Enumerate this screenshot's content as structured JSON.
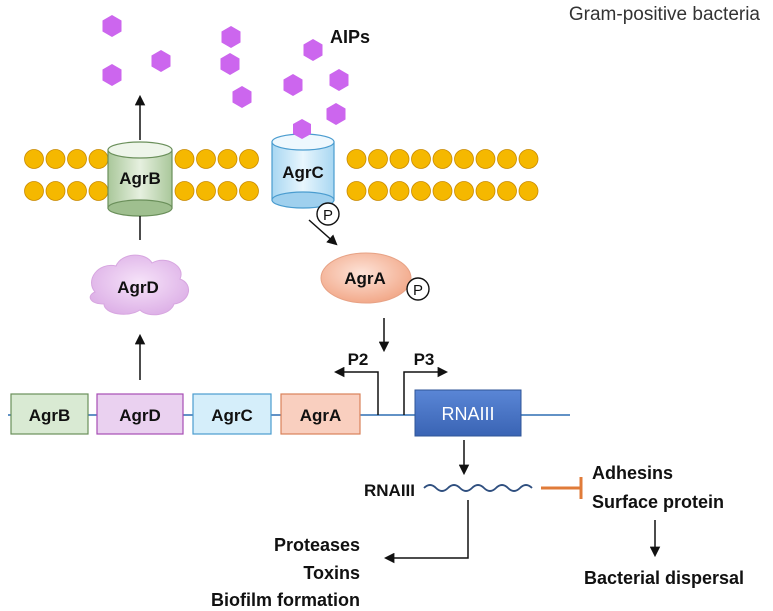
{
  "title": "Gram-positive bacteria",
  "aip_label": "AIPs",
  "membrane": {
    "agrB": "AgrB",
    "agrC": "AgrC",
    "phospho_symbol": "P"
  },
  "cytoplasm": {
    "agrD": "AgrD",
    "agrA": "AgrA"
  },
  "operon": {
    "genes": [
      "AgrB",
      "AgrD",
      "AgrC",
      "AgrA"
    ],
    "promoter_p2": "P2",
    "promoter_p3": "P3",
    "rnaiii_gene": "RNAIII"
  },
  "rnaiii_transcript_label": "RNAIII",
  "repressed_targets": [
    "Adhesins",
    "Surface protein"
  ],
  "repressed_outcome": "Bacterial dispersal",
  "activated_targets": [
    "Proteases",
    "Toxins",
    "Biofilm formation"
  ],
  "colors": {
    "aip": "#cc66ee",
    "lipid_head": "#f5b800",
    "lipid_outline": "#c98a00",
    "agrB_fill": "#d9ead3",
    "agrB_stroke": "#6a8f5a",
    "agrD_fill": "#ead1f0",
    "agrD_stroke": "#a64db3",
    "agrC_fill": "#d5eefa",
    "agrC_stroke": "#4a9ccf",
    "agrA_fill": "#f9cfbf",
    "agrA_stroke": "#d9825a",
    "rnaiii_box": "#4472c4",
    "inhibit": "#e07b39",
    "dna_line": "#2e6fb3"
  }
}
